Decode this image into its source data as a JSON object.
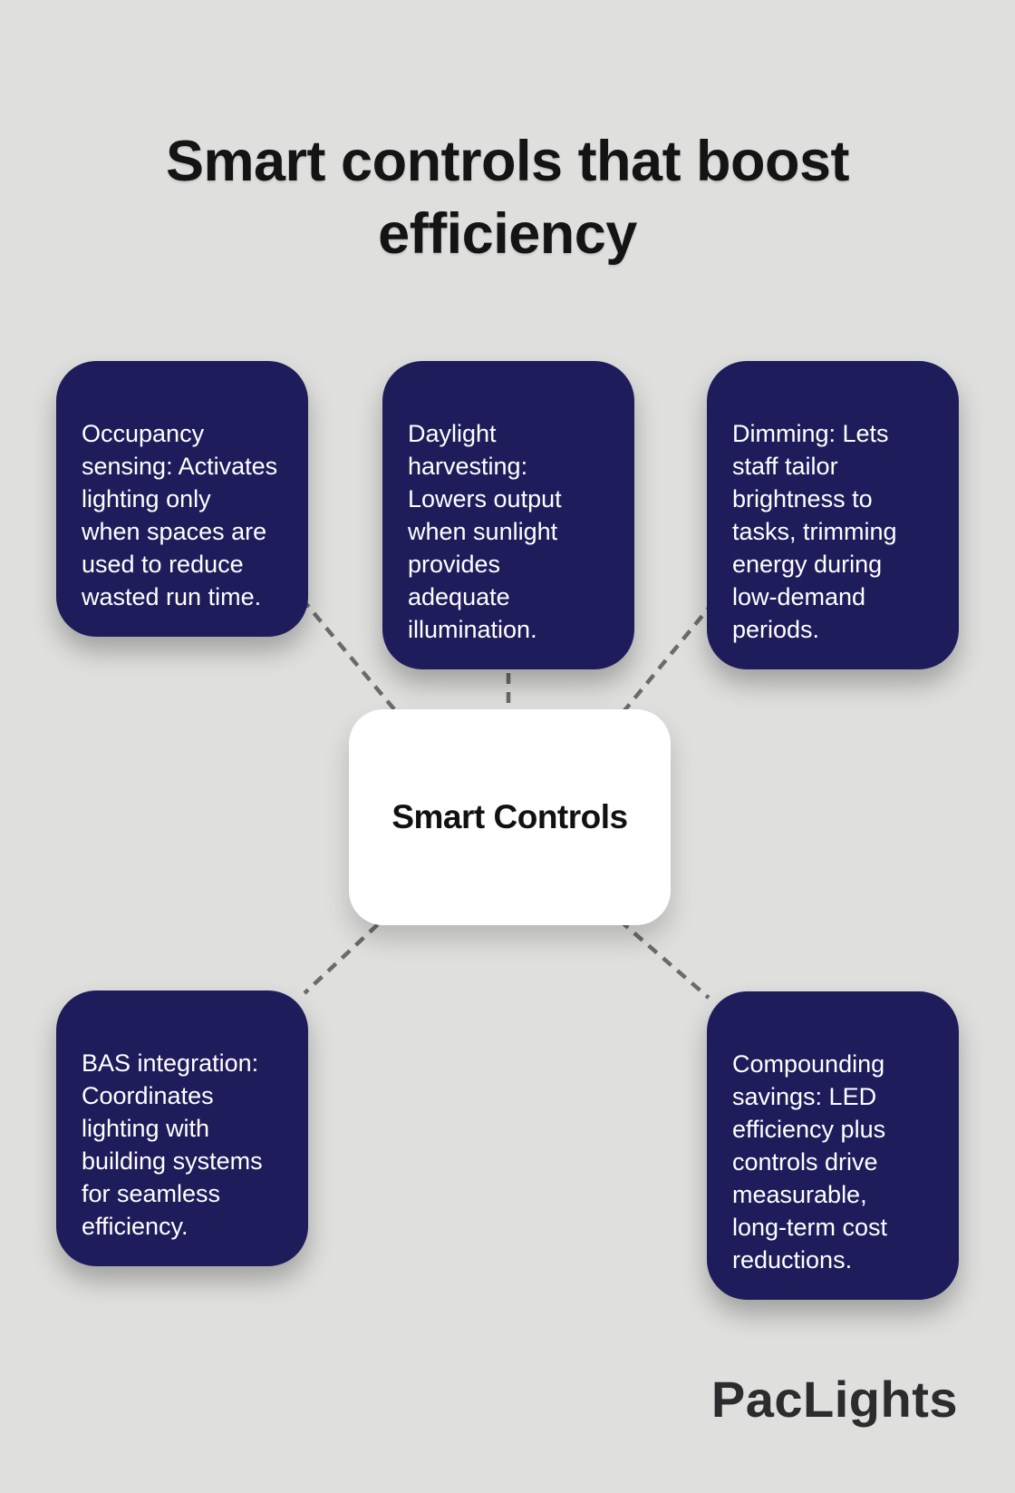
{
  "header": {
    "title": "Smart controls that boost\nefficiency"
  },
  "center": {
    "label": "Smart Controls"
  },
  "nodes": [
    {
      "id": "occupancy-sensing",
      "text": "Occupancy\nsensing: Activates\nlighting only\nwhen spaces are\nused to reduce\nwasted run time."
    },
    {
      "id": "daylight-harvesting",
      "text": "Daylight\nharvesting:\nLowers output\nwhen sunlight\nprovides\nadequate\nillumination."
    },
    {
      "id": "dimming",
      "text": "Dimming: Lets\nstaff tailor\nbrightness to\ntasks, trimming\nenergy during\nlow-demand\nperiods."
    },
    {
      "id": "bas-integration",
      "text": "BAS integration:\nCoordinates\nlighting with\nbuilding systems\nfor seamless\nefficiency."
    },
    {
      "id": "compounding-savings",
      "text": "Compounding\nsavings: LED\nefficiency plus\ncontrols drive\nmeasurable,\nlong-term cost\nreductions."
    }
  ],
  "brand": {
    "logo_text": "PacLights"
  },
  "colors": {
    "background": "#dfe0de",
    "node_fill": "#1f1c5c",
    "node_text": "#ffffff",
    "center_fill": "#ffffff",
    "center_text": "#111111",
    "title_text": "#141414",
    "connector": "#6b6b6b",
    "logo_text": "#2c2b2e"
  }
}
